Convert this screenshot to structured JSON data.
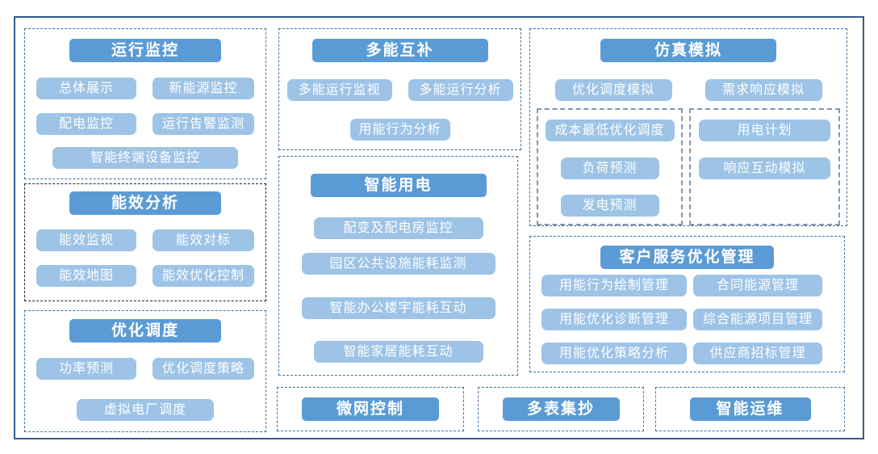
{
  "colors": {
    "title_bg": "#5B9BD5",
    "item_bg": "#9DC3E6",
    "panel_border_blue": "#41719C",
    "panel_border_black": "#262626",
    "subbox_border": "#8496B0",
    "outer_border": "#2F5D8C",
    "text": "#FFFFFF",
    "background": "#FFFFFF"
  },
  "panels": {
    "yunxing": {
      "title": "运行监控",
      "items": [
        "总体展示",
        "新能源监控",
        "配电监控",
        "运行告警监测",
        "智能终端设备监控"
      ]
    },
    "nengxiao": {
      "title": "能效分析",
      "items": [
        "能效监视",
        "能效对标",
        "能效地图",
        "能效优化控制"
      ]
    },
    "youhua": {
      "title": "优化调度",
      "items": [
        "功率预测",
        "优化调度策略",
        "虚拟电厂调度"
      ]
    },
    "duoneng": {
      "title": "多能互补",
      "items": [
        "多能运行监视",
        "多能运行分析",
        "用能行为分析"
      ]
    },
    "zhineng": {
      "title": "智能用电",
      "items": [
        "配变及配电房监控",
        "园区公共设施能耗监测",
        "智能办公楼宇能耗互动",
        "智能家居能耗互动"
      ]
    },
    "fangzhen": {
      "title": "仿真模拟",
      "items": [
        "优化调度模拟",
        "需求响应模拟"
      ],
      "subbox1": [
        "成本最低优化调度",
        "负荷预测",
        "发电预测"
      ],
      "subbox2": [
        "用电计划",
        "响应互动模拟"
      ]
    },
    "kehu": {
      "title": "客户服务优化管理",
      "left_items": [
        "用能行为绘制管理",
        "用能优化诊断管理",
        "用能优化策略分析"
      ],
      "right_items": [
        "合同能源管理",
        "综合能源项目管理",
        "供应商招标管理"
      ]
    },
    "weiwang": {
      "title": "微网控制"
    },
    "duobiao": {
      "title": "多表集抄"
    },
    "yunwei": {
      "title": "智能运维"
    }
  }
}
